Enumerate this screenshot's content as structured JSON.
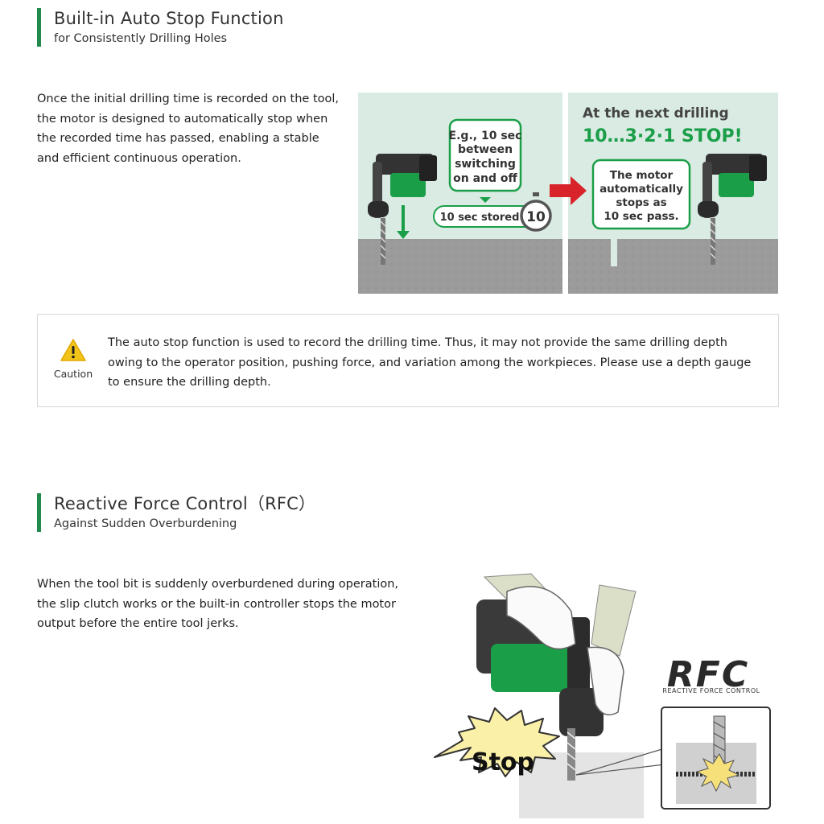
{
  "section1": {
    "title": "Built-in Auto Stop Function",
    "subtitle": "for Consistently Drilling Holes",
    "body": "Once the initial drilling time is recorded on the tool, the motor is designed to automatically stop when the recorded time has passed, enabling a stable and efficient continuous operation.",
    "illustration": {
      "box1_lines": [
        "E.g., 10 sec",
        "between",
        "switching",
        "on and off"
      ],
      "stored_label": "10 sec stored",
      "timer_value": "10",
      "next_heading": "At the next drilling",
      "countdown": "10…3·2·1 STOP!",
      "box2_lines": [
        "The motor",
        "automatically",
        "stops as",
        "10 sec pass."
      ]
    }
  },
  "caution": {
    "label": "Caution",
    "text": "The auto stop function is used to record the drilling time. Thus, it may not provide the same drilling depth owing to the operator position, pushing force, and variation among the workpieces. Please use a depth gauge to ensure the drilling depth."
  },
  "section2": {
    "title": "Reactive Force Control（RFC）",
    "subtitle": "Against Sudden Overburdening",
    "body": "When the tool bit is suddenly overburdened during operation, the slip clutch works or the built-in controller stops the motor output before the entire tool jerks.",
    "illustration": {
      "logo_text": "RFC",
      "logo_sub": "REACTIVE FORCE CONTROL",
      "stop_label": "Stop"
    }
  },
  "colors": {
    "accent": "#1f8a4c",
    "brand_green": "#1a9e48",
    "caution_yellow": "#f2c318",
    "arrow_red": "#d8232a"
  }
}
